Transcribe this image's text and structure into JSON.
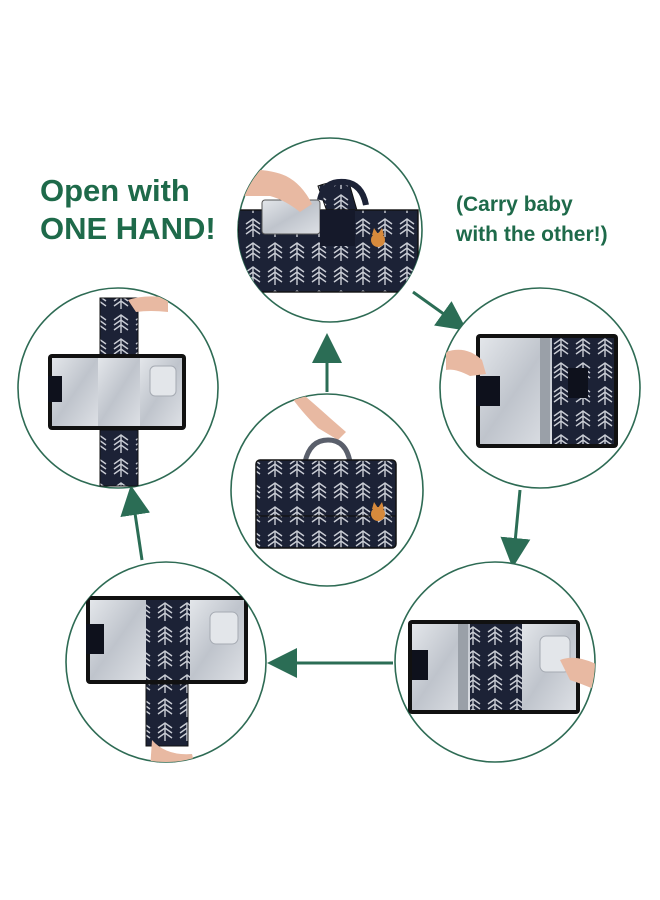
{
  "headline": {
    "line1": "Open with",
    "line2": "ONE HAND!"
  },
  "subline": {
    "line1": "(Carry baby",
    "line2": "with the other!)"
  },
  "colors": {
    "text_green": "#1e6a4a",
    "circle_stroke": "#2e6b54",
    "arrow": "#2b6d55",
    "fabric_navy": "#1c2236",
    "fabric_pattern": "#c9ccd4",
    "pad_silver": "#c3c8cf",
    "pad_highlight": "#e3e6ea",
    "skin": "#e8b9a2"
  },
  "icons": {
    "step_arrow": "arrow-icon",
    "bag_handle": "handle-icon",
    "fox_charm": "fox-icon"
  },
  "steps": [
    "step-1-carry-bag",
    "step-2-grab-flap",
    "step-3-flip-open",
    "step-4-unfold-right",
    "step-5-pull-bottom",
    "step-6-fully-open"
  ]
}
